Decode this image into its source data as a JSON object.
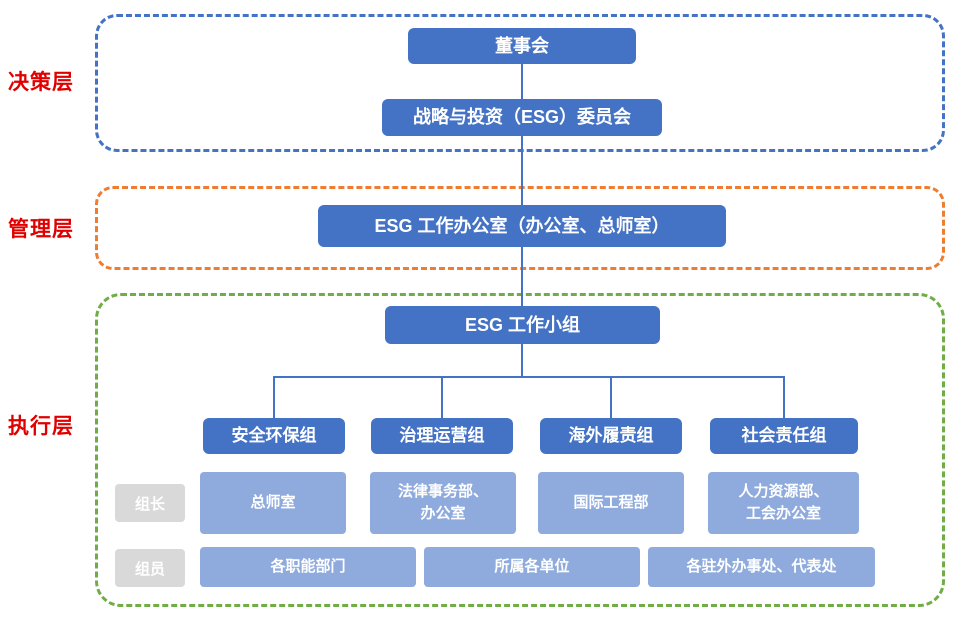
{
  "layers": {
    "decision": "决策层",
    "management": "管理层",
    "execution": "执行层"
  },
  "nodes": {
    "board": "董事会",
    "committee": "战略与投资（ESG）委员会",
    "office": "ESG 工作办公室（办公室、总师室）",
    "workgroup": "ESG 工作小组"
  },
  "row_labels": {
    "leader": "组长",
    "member": "组员"
  },
  "groups": [
    {
      "name": "安全环保组",
      "leader": "总师室"
    },
    {
      "name": "治理运营组",
      "leader": "法律事务部、\n办公室"
    },
    {
      "name": "海外履责组",
      "leader": "国际工程部"
    },
    {
      "name": "社会责任组",
      "leader": "人力资源部、\n工会办公室"
    }
  ],
  "members": [
    "各职能部门",
    "所属各单位",
    "各驻外办事处、代表处"
  ],
  "colors": {
    "node_blue": "#4472C4",
    "node_light_blue": "#8FAADC",
    "label_gray": "#D9D9D9",
    "layer_text_red": "#E00000",
    "decision_border": "#4472C4",
    "management_border": "#ED7D31",
    "execution_border": "#70AD47",
    "connector": "#4472C4"
  }
}
